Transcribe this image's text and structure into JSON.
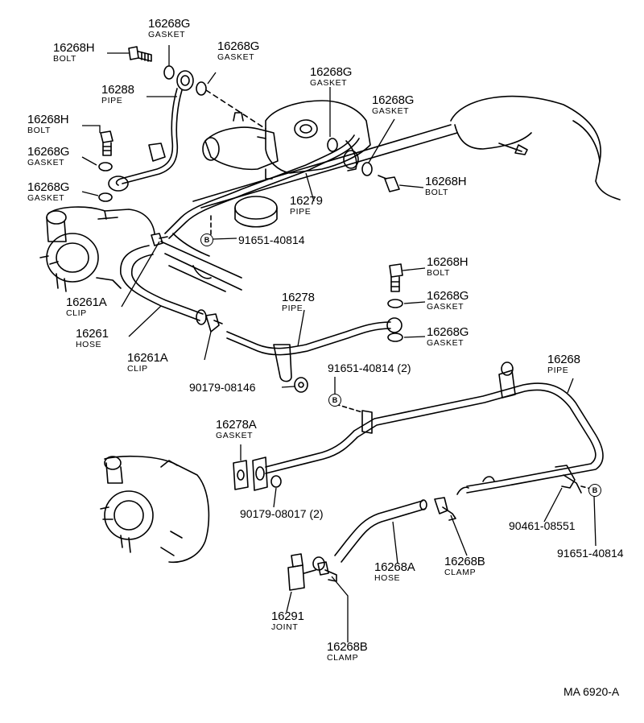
{
  "figure_code": "MA  6920-A",
  "ref_symbol": "B",
  "callouts": [
    {
      "id": "c1",
      "part_no": "16268H",
      "name": "BOLT"
    },
    {
      "id": "c2",
      "part_no": "16268G",
      "name": "GASKET"
    },
    {
      "id": "c3",
      "part_no": "16268G",
      "name": "GASKET"
    },
    {
      "id": "c4",
      "part_no": "16288",
      "name": "PIPE"
    },
    {
      "id": "c5",
      "part_no": "16268G",
      "name": "GASKET"
    },
    {
      "id": "c6",
      "part_no": "16268G",
      "name": "GASKET"
    },
    {
      "id": "c7",
      "part_no": "16268H",
      "name": "BOLT"
    },
    {
      "id": "c8",
      "part_no": "16268G",
      "name": "GASKET"
    },
    {
      "id": "c9",
      "part_no": "16268G",
      "name": "GASKET"
    },
    {
      "id": "c10",
      "part_no": "16268H",
      "name": "BOLT"
    },
    {
      "id": "c11",
      "part_no": "16279",
      "name": "PIPE"
    },
    {
      "id": "c12",
      "part_no": "91651-40814",
      "name": ""
    },
    {
      "id": "c13",
      "part_no": "16268H",
      "name": "BOLT"
    },
    {
      "id": "c14",
      "part_no": "16278",
      "name": "PIPE"
    },
    {
      "id": "c15",
      "part_no": "16268G",
      "name": "GASKET"
    },
    {
      "id": "c16",
      "part_no": "16268G",
      "name": "GASKET"
    },
    {
      "id": "c17",
      "part_no": "16261A",
      "name": "CLIP"
    },
    {
      "id": "c18",
      "part_no": "16261",
      "name": "HOSE"
    },
    {
      "id": "c19",
      "part_no": "16261A",
      "name": "CLIP"
    },
    {
      "id": "c20",
      "part_no": "91651-40814  (2)",
      "name": ""
    },
    {
      "id": "c21",
      "part_no": "16268",
      "name": "PIPE"
    },
    {
      "id": "c22",
      "part_no": "90179-08146",
      "name": ""
    },
    {
      "id": "c23",
      "part_no": "16278A",
      "name": "GASKET"
    },
    {
      "id": "c24",
      "part_no": "90179-08017  (2)",
      "name": ""
    },
    {
      "id": "c25",
      "part_no": "90461-08551",
      "name": ""
    },
    {
      "id": "c26",
      "part_no": "91651-40814",
      "name": ""
    },
    {
      "id": "c27",
      "part_no": "16268A",
      "name": "HOSE"
    },
    {
      "id": "c28",
      "part_no": "16268B",
      "name": "CLAMP"
    },
    {
      "id": "c29",
      "part_no": "16291",
      "name": "JOINT"
    },
    {
      "id": "c30",
      "part_no": "16268B",
      "name": "CLAMP"
    }
  ]
}
